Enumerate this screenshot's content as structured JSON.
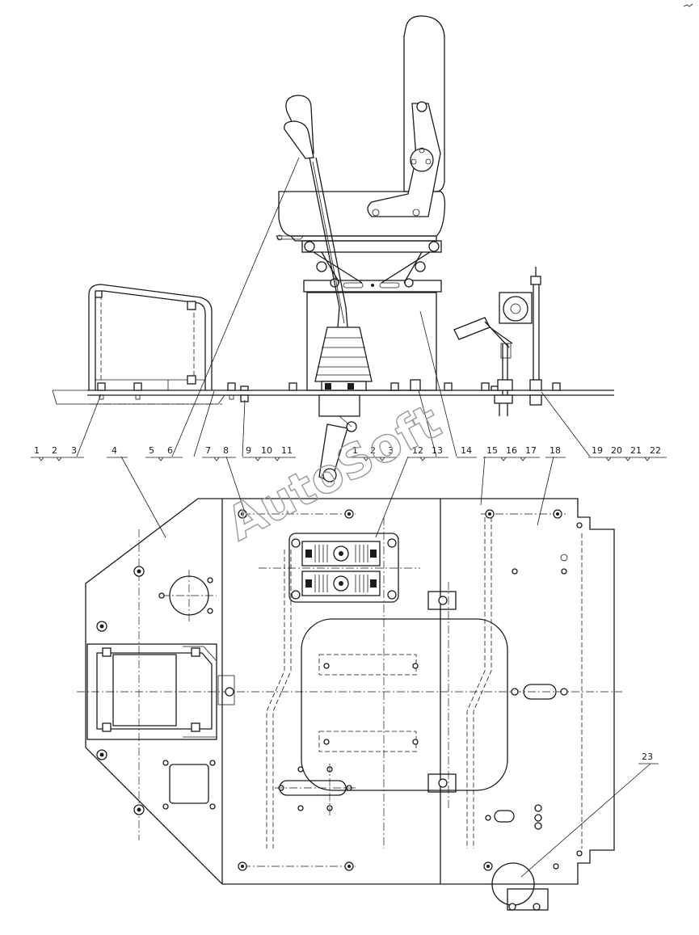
{
  "callouts_top": [
    "1",
    "2",
    "3",
    "4",
    "5",
    "6",
    "7",
    "8",
    "9",
    "10",
    "11",
    "1",
    "2",
    "3",
    "12",
    "13",
    "14",
    "15",
    "16",
    "17",
    "18",
    "19",
    "20",
    "21",
    "22"
  ],
  "callout_bottom": "23",
  "watermark": "AutoSoft"
}
